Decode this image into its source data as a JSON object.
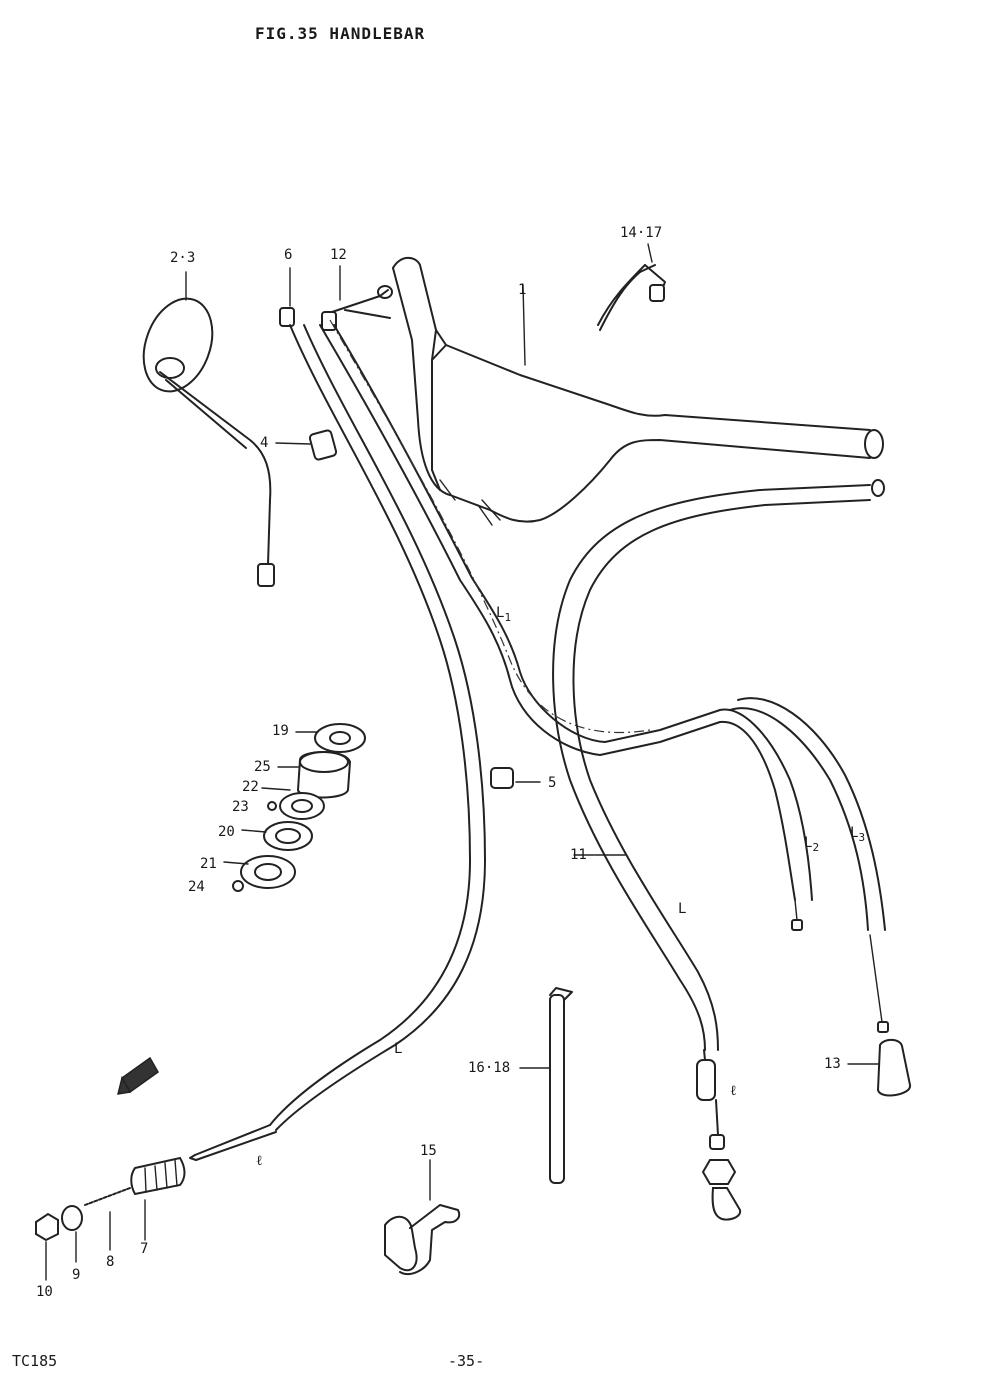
{
  "header": {
    "title": "FIG.35  HANDLEBAR"
  },
  "footer": {
    "model": "TC185",
    "page_number": "-35-"
  },
  "callouts": {
    "c1": "1",
    "c2_3": "2·3",
    "c4": "4",
    "c5": "5",
    "c6": "6",
    "c7": "7",
    "c8": "8",
    "c9": "9",
    "c10": "10",
    "c11": "11",
    "c12": "12",
    "c13": "13",
    "c14_17": "14·17",
    "c15": "15",
    "c16_18": "16·18",
    "c19": "19",
    "c20": "20",
    "c21": "21",
    "c22": "22",
    "c23": "23",
    "c24": "24",
    "c25": "25"
  },
  "dimensions": {
    "L1": "L",
    "L1_sub": "1",
    "L2": "L",
    "L2_sub": "2",
    "L3": "L",
    "L3_sub": "3",
    "L_throttle": "L",
    "L_brake": "L",
    "l_throttle": "ℓ",
    "l_brake": "ℓ"
  }
}
